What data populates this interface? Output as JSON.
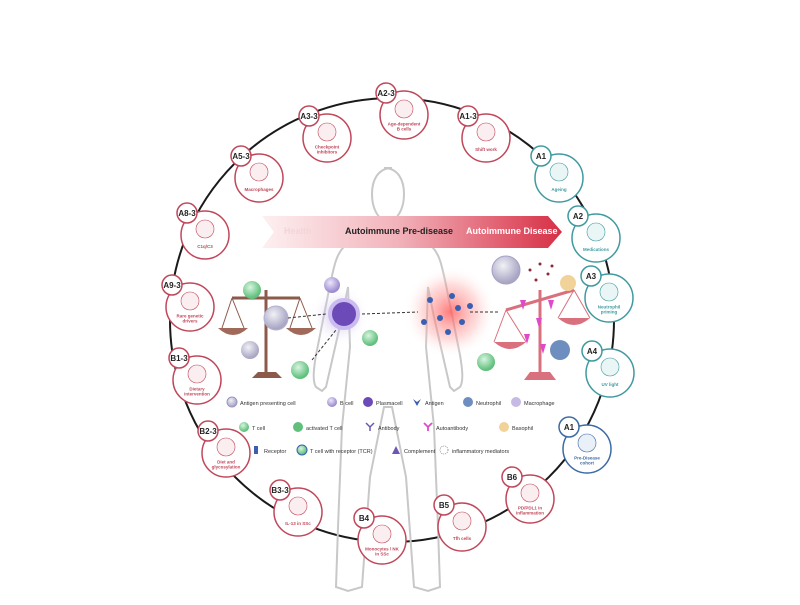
{
  "banner": {
    "health": "Health",
    "prediseease": "Autoimmune Pre-disease",
    "disease": "Autoimmune Disease"
  },
  "nodes": [
    {
      "code": "A2-3",
      "caption": "Age-dependent B cells",
      "tone": "red"
    },
    {
      "code": "A1-3",
      "caption": "Shift work",
      "tone": "red"
    },
    {
      "code": "A3-3",
      "caption": "Checkpoint inhibitors",
      "tone": "red"
    },
    {
      "code": "A5-3",
      "caption": "Macrophages",
      "tone": "red"
    },
    {
      "code": "A8-3",
      "caption": "C1q/C3",
      "tone": "red"
    },
    {
      "code": "A9-3",
      "caption": "Rare genetic drivers",
      "tone": "red"
    },
    {
      "code": "B1-3",
      "caption": "Dietary intervention",
      "tone": "red"
    },
    {
      "code": "B2-3",
      "caption": "Diet and glycosylation",
      "tone": "red"
    },
    {
      "code": "B3-3",
      "caption": "IL-13 in SSc",
      "tone": "red"
    },
    {
      "code": "B4",
      "caption": "Monocytes / NK in SSc",
      "tone": "red"
    },
    {
      "code": "B5",
      "caption": "Tfh cells",
      "tone": "red"
    },
    {
      "code": "B6",
      "caption": "PD/PDL1 in inflammation",
      "tone": "red"
    },
    {
      "code": "A1",
      "caption": "Ageing",
      "tone": "teal"
    },
    {
      "code": "A2",
      "caption": "Medications",
      "tone": "teal"
    },
    {
      "code": "A3",
      "caption": "Neutrophil priming",
      "tone": "teal"
    },
    {
      "code": "A4",
      "caption": "UV light",
      "tone": "teal"
    },
    {
      "code": "A1",
      "caption": "Pre-Disease cohort",
      "tone": "blue"
    }
  ],
  "legend": [
    {
      "label": "Antigen presenting cell",
      "icon": "apc-icon"
    },
    {
      "label": "B cell",
      "icon": "b-cell-icon"
    },
    {
      "label": "Plasmacell",
      "icon": "plasmacell-icon"
    },
    {
      "label": "Antigen",
      "icon": "antigen-icon"
    },
    {
      "label": "Neutrophil",
      "icon": "neutrophil-icon"
    },
    {
      "label": "Macrophage",
      "icon": "macrophage-icon"
    },
    {
      "label": "T cell",
      "icon": "t-cell-icon"
    },
    {
      "label": "activated T cell",
      "icon": "activated-t-cell-icon"
    },
    {
      "label": "Antibody",
      "icon": "antibody-icon"
    },
    {
      "label": "Autoantibody",
      "icon": "autoantibody-icon"
    },
    {
      "label": "Basophil",
      "icon": "basophil-icon"
    },
    {
      "label": "Receptor",
      "icon": "receptor-icon"
    },
    {
      "label": "T cell with receptor (TCR)",
      "icon": "tcr-cell-icon"
    },
    {
      "label": "Complement",
      "icon": "complement-icon"
    },
    {
      "label": "inflammatory mediators",
      "icon": "mediators-icon"
    }
  ],
  "colors": {
    "ring": "#1a1a1a",
    "red": "#c0475a",
    "teal": "#3f9aa0",
    "blue": "#3b6aa5",
    "bannerStart": "#fbe3e6",
    "bannerEnd": "#d9344a"
  }
}
